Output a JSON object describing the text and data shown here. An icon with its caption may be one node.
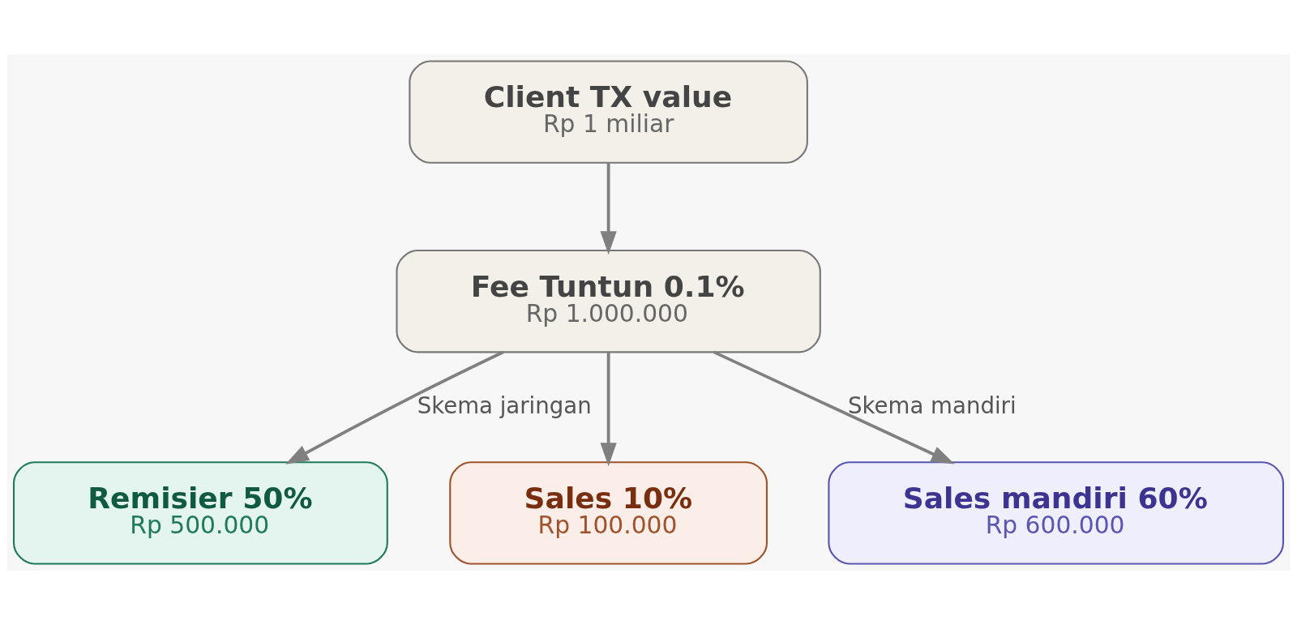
{
  "diagram": {
    "nodes": [
      {
        "text": [
          "Client TX value",
          "Rp 1 miliar"
        ]
      },
      {
        "text": [
          "Fee Tuntun 0.1%",
          "Rp 1.000.000"
        ]
      },
      {
        "text": [
          "Remisier 50%",
          "Rp 500.000"
        ]
      },
      {
        "text": [
          "Sales 10%",
          "Rp 100.000"
        ]
      },
      {
        "text": [
          "Sales mandiri 60%",
          "Rp 600.000"
        ]
      }
    ],
    "edges": [
      {
        "from": 0,
        "to": 1,
        "arrow": "to"
      },
      {
        "from": 1,
        "to": 2,
        "arrow": "to",
        "label": "Skema jaringan"
      },
      {
        "from": 1,
        "to": 3,
        "arrow": "to"
      },
      {
        "from": 1,
        "to": 4,
        "arrow": "to",
        "label": "Skema mandiri"
      }
    ]
  }
}
